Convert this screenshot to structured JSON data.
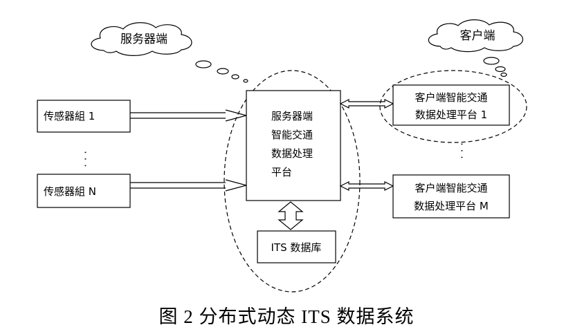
{
  "clouds": {
    "server_label": "服务器端",
    "client_label": "客户端"
  },
  "sensors": {
    "first": "传感器組 1",
    "last": "传感器組 N",
    "ellipsis": "·  ·  ·"
  },
  "server": {
    "platform_lines": [
      "服务器端",
      "智能交通",
      "数据处理",
      "平台"
    ],
    "database": "ITS 数据库"
  },
  "clients": {
    "first_lines": [
      "客户端智能交通",
      "数据处理平台 1"
    ],
    "last_lines": [
      "客户端智能交通",
      "数据处理平台 M"
    ],
    "ellipsis": "·  ·  ·"
  },
  "caption": "图 2   分布式动态 ITS 数据系统"
}
